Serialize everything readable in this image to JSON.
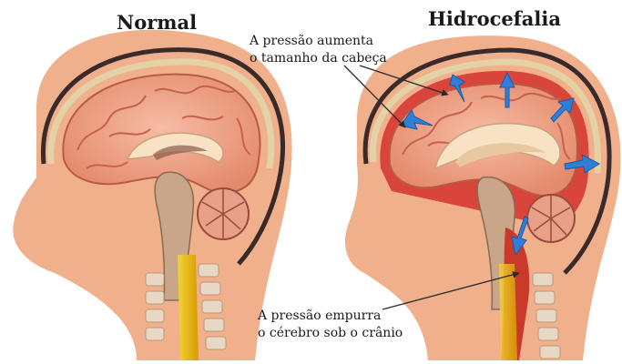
{
  "panels": {
    "normal": {
      "title": "Normal"
    },
    "hydrocephalus": {
      "title": "Hidrocefalia"
    }
  },
  "annotations": {
    "top": {
      "line1": "A pressão aumenta",
      "line2": "o tamanho da cabeça"
    },
    "bottom": {
      "line1": "A pressão empurra",
      "line2": "o cérebro sob o crânio"
    }
  },
  "colors": {
    "skin": "#f0b08c",
    "brain": "#ee9d80",
    "brain_fold": "#c8614a",
    "csf_hydro": "#d9453a",
    "spine": "#e8c000",
    "arrow": "#2f7fd6"
  }
}
